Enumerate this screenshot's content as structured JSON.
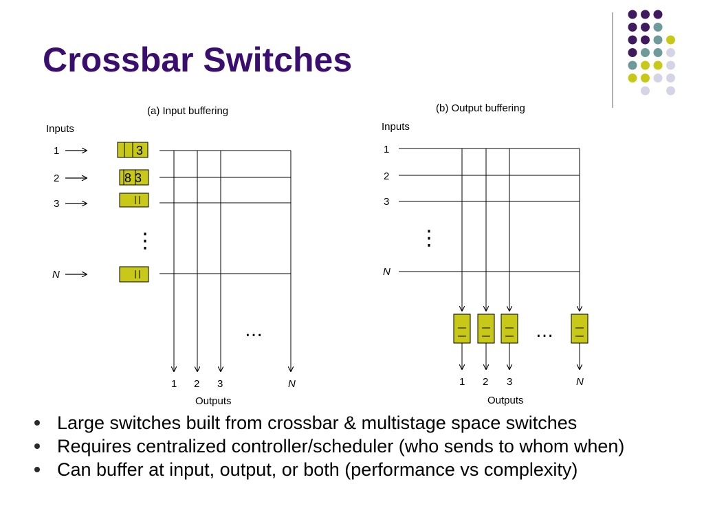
{
  "slide": {
    "title": "Crossbar Switches",
    "bullets": [
      "Large switches built from crossbar & multistage space switches",
      "Requires centralized controller/scheduler (who sends to whom when)",
      "Can buffer at input, output, or both (performance vs complexity)"
    ]
  },
  "decor": {
    "dot_colors": {
      "purple": "#3f1a5e",
      "teal": "#6e9a9a",
      "yellow": "#c8c819",
      "lavender": "#d4d4e6"
    },
    "dot_grid": [
      [
        "purple",
        "purple",
        "purple",
        null,
        null
      ],
      [
        "purple",
        "purple",
        "teal",
        null,
        null
      ],
      [
        "purple",
        "purple",
        "teal",
        "yellow",
        null
      ],
      [
        "purple",
        "teal",
        "teal",
        "lavender",
        null
      ],
      [
        "teal",
        "yellow",
        "yellow",
        "lavender",
        null
      ],
      [
        "yellow",
        "yellow",
        "lavender",
        "lavender",
        null
      ],
      [
        null,
        "lavender",
        null,
        "lavender",
        null
      ]
    ],
    "buffer_color": "#c8c819"
  },
  "diagram_a": {
    "caption": "(a) Input buffering",
    "inputs_label": "Inputs",
    "outputs_label": "Outputs",
    "input_labels": [
      "1",
      "2",
      "3",
      "N"
    ],
    "output_labels": [
      "1",
      "2",
      "3",
      "N"
    ],
    "buffer_contents": [
      "3",
      "8 3",
      "",
      ""
    ],
    "vdots": "⋮",
    "hdots": "…"
  },
  "diagram_b": {
    "caption": "(b) Output buffering",
    "inputs_label": "Inputs",
    "outputs_label": "Outputs",
    "input_labels": [
      "1",
      "2",
      "3",
      "N"
    ],
    "output_labels": [
      "1",
      "2",
      "3",
      "N"
    ],
    "vdots": "⋮",
    "hdots": "…"
  }
}
